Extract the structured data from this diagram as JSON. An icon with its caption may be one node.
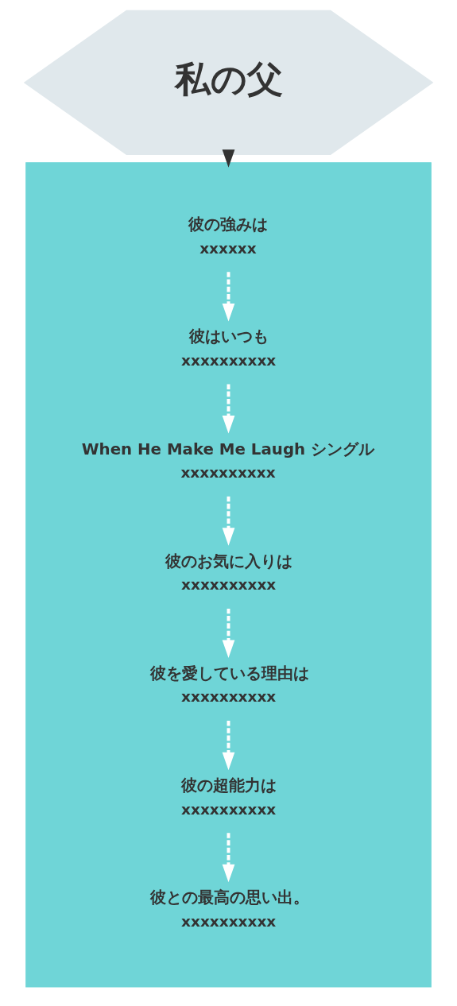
{
  "diagram": {
    "nodes": [
      {
        "text": [
          "私の父"
        ]
      },
      {
        "text": [],
        "shape": "pentagon"
      },
      {
        "text": [
          "彼の強みは",
          "xxxxxx"
        ],
        "in": 1
      },
      {
        "text": [
          "彼はいつも",
          "xxxxxxxxxx"
        ],
        "in": 1
      },
      {
        "text": [
          "When He Make Me Laugh シングル",
          "xxxxxxxxxx"
        ],
        "in": 1
      },
      {
        "text": [
          "彼のお気に入りは",
          "xxxxxxxxxx"
        ],
        "in": 1
      },
      {
        "text": [
          "彼を愛している理由は",
          "xxxxxxxxxx"
        ],
        "in": 1
      },
      {
        "text": [
          "彼の超能力は",
          "xxxxxxxxxx"
        ],
        "in": 1
      },
      {
        "text": [
          "彼との最高の思い出。",
          "xxxxxxxxxx"
        ],
        "in": 1
      }
    ],
    "edges": [
      {
        "from": 0,
        "to": 1,
        "arrow": "to",
        "color": "#333333"
      },
      {
        "from": 2,
        "to": 3,
        "arrow": "to",
        "style": "dashed"
      },
      {
        "from": 3,
        "to": 4,
        "arrow": "to",
        "style": "dashed"
      },
      {
        "from": 4,
        "to": 5,
        "arrow": "to",
        "style": "dashed"
      },
      {
        "from": 5,
        "to": 6,
        "arrow": "to",
        "style": "dashed"
      },
      {
        "from": 6,
        "to": 7,
        "arrow": "to",
        "style": "dashed"
      },
      {
        "from": 7,
        "to": 8,
        "arrow": "to",
        "style": "dashed"
      }
    ]
  }
}
